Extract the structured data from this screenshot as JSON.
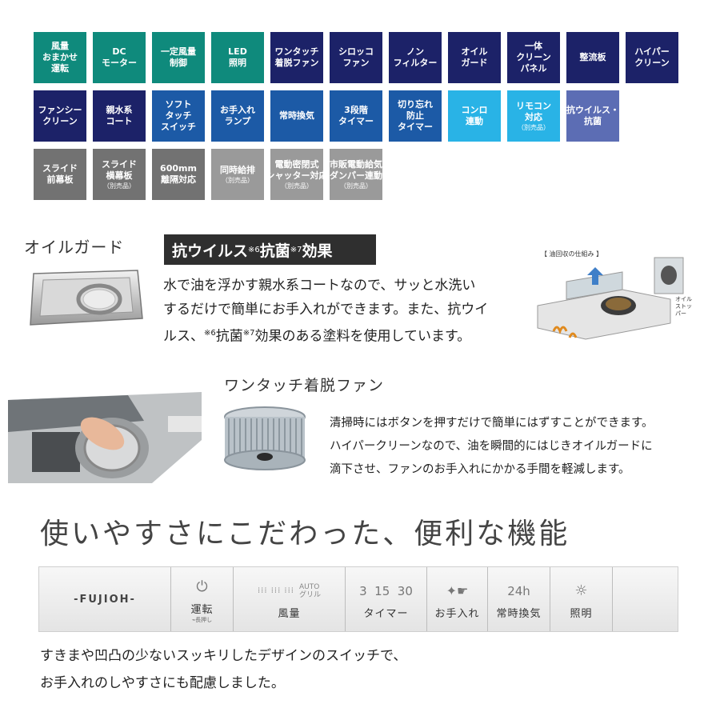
{
  "badges": {
    "row1": [
      {
        "lines": [
          "風量",
          "おまかせ",
          "運転"
        ],
        "color": "teal"
      },
      {
        "lines": [
          "DC",
          "モーター"
        ],
        "color": "teal"
      },
      {
        "lines": [
          "一定風量",
          "制御"
        ],
        "color": "teal"
      },
      {
        "lines": [
          "LED",
          "照明"
        ],
        "color": "teal"
      },
      {
        "lines": [
          "ワンタッチ",
          "着脱ファン"
        ],
        "color": "navy"
      },
      {
        "lines": [
          "シロッコ",
          "ファン"
        ],
        "color": "navy"
      },
      {
        "lines": [
          "ノン",
          "フィルター"
        ],
        "color": "navy"
      },
      {
        "lines": [
          "オイル",
          "ガード"
        ],
        "color": "navy"
      },
      {
        "lines": [
          "一体",
          "クリーン",
          "パネル"
        ],
        "color": "navy"
      },
      {
        "lines": [
          "整流板"
        ],
        "color": "navy"
      },
      {
        "lines": [
          "ハイパー",
          "クリーン"
        ],
        "color": "navy"
      }
    ],
    "row2": [
      {
        "lines": [
          "ファンシー",
          "クリーン"
        ],
        "color": "navy"
      },
      {
        "lines": [
          "親水系",
          "コート"
        ],
        "color": "navy"
      },
      {
        "lines": [
          "ソフト",
          "タッチ",
          "スイッチ"
        ],
        "color": "blue"
      },
      {
        "lines": [
          "お手入れ",
          "ランプ"
        ],
        "color": "blue"
      },
      {
        "lines": [
          "常時換気"
        ],
        "color": "blue"
      },
      {
        "lines": [
          "3段階",
          "タイマー"
        ],
        "color": "blue"
      },
      {
        "lines": [
          "切り忘れ",
          "防止",
          "タイマー"
        ],
        "color": "blue"
      },
      {
        "lines": [
          "コンロ",
          "連動"
        ],
        "color": "cyan"
      },
      {
        "lines": [
          "リモコン",
          "対応"
        ],
        "sub": "（別売品）",
        "color": "cyan"
      },
      {
        "lines": [
          "抗ウイルス・",
          "抗菌"
        ],
        "color": "lav"
      }
    ],
    "row3": [
      {
        "lines": [
          "スライド",
          "前幕板"
        ],
        "color": "gray"
      },
      {
        "lines": [
          "スライド",
          "横幕板"
        ],
        "sub": "（別売品）",
        "color": "gray"
      },
      {
        "lines": [
          "600mm",
          "離隔対応"
        ],
        "color": "gray"
      },
      {
        "lines": [
          "同時給排"
        ],
        "sub": "（別売品）",
        "color": "lgray"
      },
      {
        "lines": [
          "電動密閉式",
          "シャッター対応"
        ],
        "sub": "（別売品）",
        "color": "lgray"
      },
      {
        "lines": [
          "市販電動給気",
          "ダンパー連動"
        ],
        "sub": "（別売品）",
        "color": "lgray"
      }
    ]
  },
  "oil_guard": {
    "title": "オイルガード",
    "label_main": "抗ウイルス",
    "label_note1": "※6",
    "label_mid": "抗菌",
    "label_note2": "※7",
    "label_end": "効果",
    "text_line1": "水で油を浮かす親水系コートなので、サッと水洗い",
    "text_line2": "するだけで簡単にお手入れができます。また、抗ウイ",
    "text_line3a": "ルス",
    "text_line3b": "、",
    "text_note1": "※6",
    "text_line3c": "抗菌",
    "text_note2": "※7",
    "text_line3d": "効果のある塗料を使用しています。",
    "diagram_caption": "【 油回収の仕組み 】",
    "diagram_label": "オイル\nストッパー"
  },
  "fan": {
    "title": "ワンタッチ着脱ファン",
    "text_line1": "清掃時にはボタンを押すだけで簡単にはずすことができます。",
    "text_line2": "ハイパークリーンなので、油を瞬間的にはじきオイルガードに",
    "text_line3": "滴下させ、ファンのお手入れにかかる手間を軽減します。"
  },
  "usability": {
    "heading": "使いやすさにこだわった、便利な機能",
    "panel": {
      "brand": "-FUJIOH-",
      "power_label": "運転",
      "power_sub": "長押し",
      "fan_auto": "AUTO",
      "fan_grill": "グリル",
      "fan_label": "風量",
      "timer_values": "3  15  30",
      "timer_label": "タイマー",
      "clean_label": "お手入れ",
      "vent_value": "24h",
      "vent_label": "常時換気",
      "light_label": "照明"
    },
    "caption_line1": "すきまや凹凸の少ないスッキリしたデザインのスイッチで、",
    "caption_line2": "お手入れのしやすさにも配慮しました。"
  },
  "colors": {
    "teal": "#0f8a7c",
    "navy": "#1c2268",
    "blue": "#1c5aa6",
    "cyan": "#29b3e6",
    "lavender": "#5c6db4",
    "gray": "#727272",
    "light_gray": "#9a9a9a"
  }
}
